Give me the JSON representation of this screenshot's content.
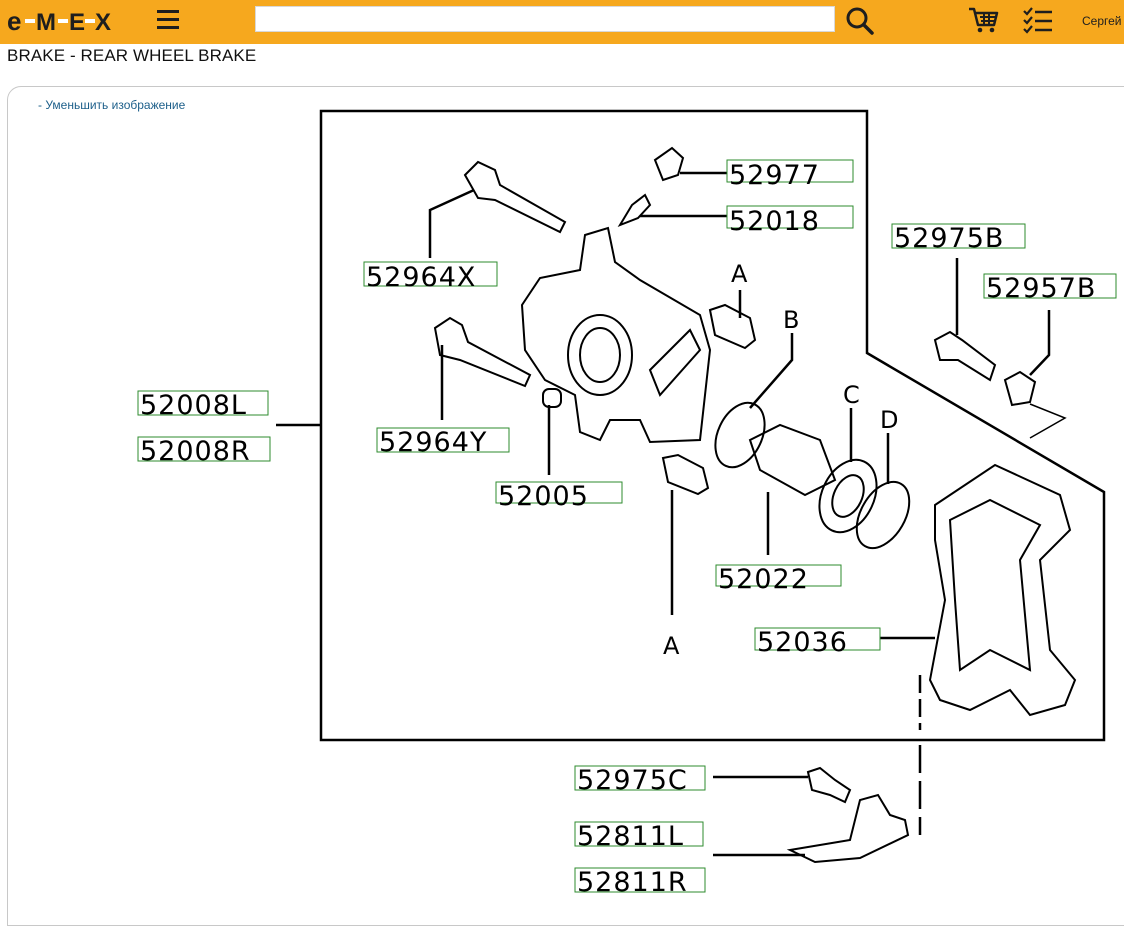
{
  "header": {
    "logo_text": "eMEX",
    "search": {
      "value": "",
      "placeholder": ""
    },
    "user_name": "Сергей"
  },
  "page": {
    "title": "BRAKE - REAR WHEEL BRAKE",
    "shrink_link": "- Уменьшить изображение"
  },
  "diagram": {
    "part_labels": {
      "p52977": "52977",
      "p52018": "52018",
      "p52964X": "52964X",
      "p52975B": "52975B",
      "p52957B": "52957B",
      "p52008L": "52008L",
      "p52008R": "52008R",
      "p52964Y": "52964Y",
      "p52005": "52005",
      "p52022": "52022",
      "p52036": "52036",
      "p52975C": "52975C",
      "p52811L": "52811L",
      "p52811R": "52811R"
    },
    "letters": {
      "a_top": "A",
      "a_bottom": "A",
      "b": "B",
      "c": "C",
      "d": "D"
    }
  },
  "colors": {
    "header_bg": "#f6a81e",
    "callout_box": "#2e8b2e",
    "link": "#1d5f8a"
  },
  "icons": [
    "hamburger-icon",
    "search-icon",
    "cart-icon",
    "checklist-icon"
  ]
}
